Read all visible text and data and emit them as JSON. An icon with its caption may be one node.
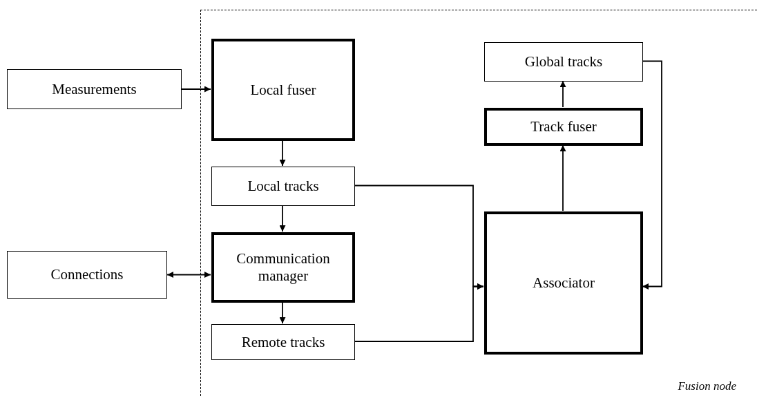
{
  "diagram": {
    "nodes": [
      {
        "text": [
          "Fusion node"
        ]
      },
      {
        "text": [
          "Measurements"
        ]
      },
      {
        "text": [
          "Local fuser"
        ],
        "in": 0
      },
      {
        "text": [
          "Global tracks"
        ],
        "in": 0
      },
      {
        "text": [
          "Track fuser"
        ],
        "in": 0
      },
      {
        "text": [
          "Local tracks"
        ],
        "in": 0
      },
      {
        "text": [
          "Connections"
        ]
      },
      {
        "text": [
          "Communication manager"
        ],
        "in": 0
      },
      {
        "text": [
          "Associator"
        ],
        "in": 0
      },
      {
        "text": [
          "Remote tracks"
        ],
        "in": 0
      }
    ],
    "edges": [
      {
        "from": 1,
        "to": 2,
        "arrow": "to"
      },
      {
        "from": 2,
        "to": 5,
        "arrow": "to"
      },
      {
        "from": 5,
        "to": 7,
        "arrow": "to"
      },
      {
        "from": 6,
        "to": 7,
        "arrow": "both"
      },
      {
        "from": 7,
        "to": 9,
        "arrow": "to"
      },
      {
        "from": 5,
        "to": 8,
        "arrow": "to"
      },
      {
        "from": 9,
        "to": 8,
        "arrow": "to"
      },
      {
        "from": 8,
        "to": 4,
        "arrow": "to"
      },
      {
        "from": 4,
        "to": 3,
        "arrow": "to"
      },
      {
        "from": 3,
        "to": 8,
        "arrow": "to"
      }
    ]
  }
}
